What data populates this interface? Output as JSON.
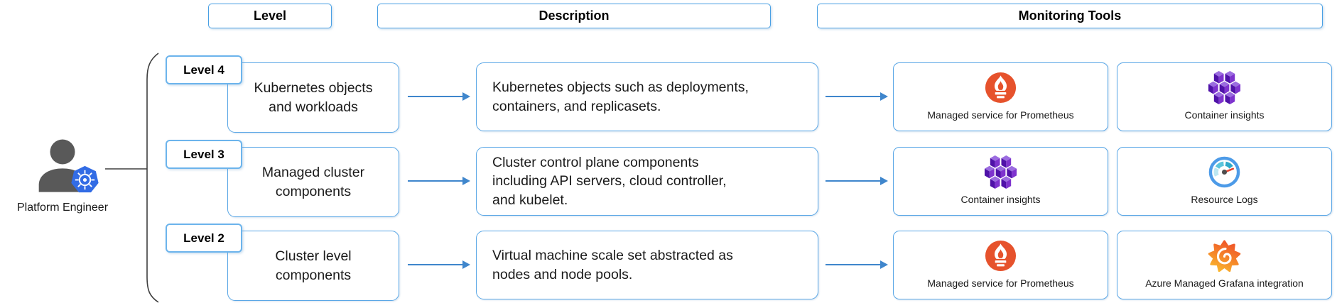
{
  "headers": [
    {
      "label": "Level"
    },
    {
      "label": "Description"
    },
    {
      "label": "Monitoring Tools"
    }
  ],
  "actor": {
    "label": "Platform Engineer",
    "icons": [
      "person-icon",
      "kubernetes-icon"
    ]
  },
  "rows": [
    {
      "level_badge": "Level 4",
      "level_title": "Kubernetes objects\nand workloads",
      "description": "Kubernetes objects such as deployments,\ncontainers, and replicasets.",
      "tools": [
        {
          "label": "Managed service for Prometheus",
          "icon": "prometheus-icon"
        },
        {
          "label": "Container insights",
          "icon": "container-insights-icon"
        }
      ]
    },
    {
      "level_badge": "Level 3",
      "level_title": "Managed cluster\ncomponents",
      "description": "Cluster control plane components\nincluding API servers, cloud controller,\nand kubelet.",
      "tools": [
        {
          "label": "Container insights",
          "icon": "container-insights-icon"
        },
        {
          "label": "Resource Logs",
          "icon": "resource-logs-gauge-icon"
        }
      ]
    },
    {
      "level_badge": "Level 2",
      "level_title": "Cluster level\ncomponents",
      "description": "Virtual machine scale set abstracted as\nnodes and node pools.",
      "tools": [
        {
          "label": "Managed service for Prometheus",
          "icon": "prometheus-icon"
        },
        {
          "label": "Azure Managed Grafana integration",
          "icon": "grafana-icon"
        }
      ]
    }
  ],
  "colors": {
    "box_border": "#5AA7E6",
    "arrow": "#3F86CC",
    "prometheus_orange": "#E6522C",
    "container_purple": "#7E33CE",
    "gauge_blue": "#4D9BE8",
    "grafana_orange": "#F05A28",
    "grafana_yellow": "#FBC02D",
    "kubernetes_blue": "#326CE5",
    "person_gray": "#595959"
  }
}
